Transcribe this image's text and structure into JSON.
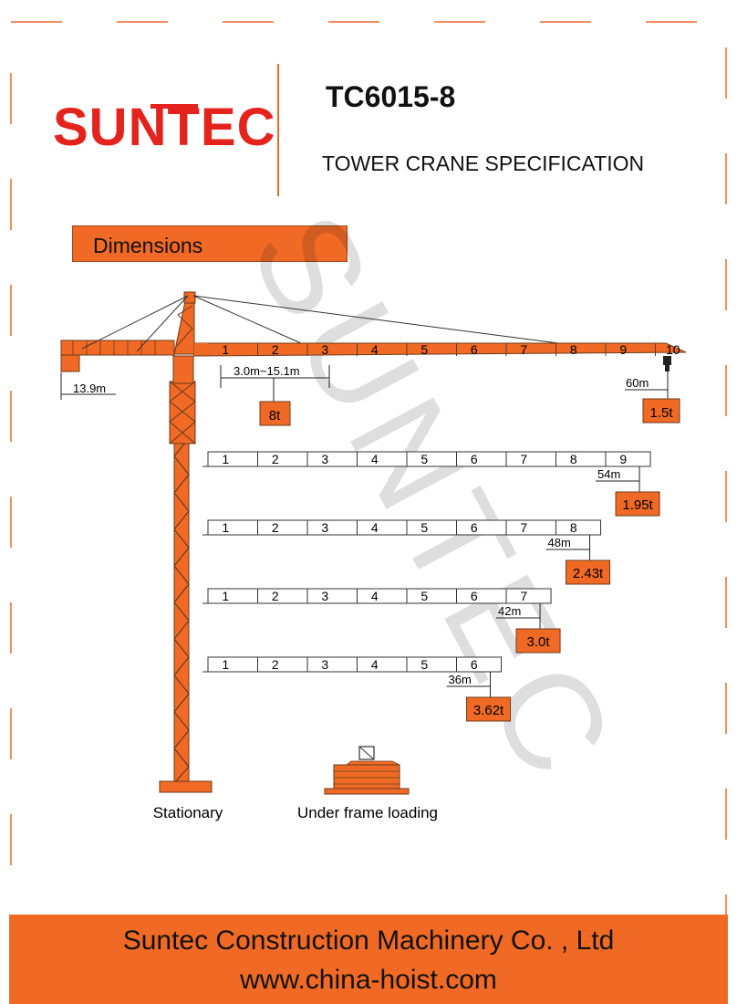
{
  "header": {
    "brand": "SUNTEC",
    "model": "TC6015-8",
    "subtitle": "TOWER CRANE SPECIFICATION"
  },
  "section": {
    "title": "Dimensions"
  },
  "watermark": "SUNTEC",
  "counterjib": {
    "length_label": "13.9m"
  },
  "max_load": {
    "range_label": "3.0m~15.1m",
    "load_label": "8t"
  },
  "jibs": [
    {
      "sections": [
        "1",
        "2",
        "3",
        "4",
        "5",
        "6",
        "7",
        "8",
        "9",
        "10"
      ],
      "radius_label": "60m",
      "tip_load_label": "1.5t"
    },
    {
      "sections": [
        "1",
        "2",
        "3",
        "4",
        "5",
        "6",
        "7",
        "8",
        "9"
      ],
      "radius_label": "54m",
      "tip_load_label": "1.95t"
    },
    {
      "sections": [
        "1",
        "2",
        "3",
        "4",
        "5",
        "6",
        "7",
        "8"
      ],
      "radius_label": "48m",
      "tip_load_label": "2.43t"
    },
    {
      "sections": [
        "1",
        "2",
        "3",
        "4",
        "5",
        "6",
        "7"
      ],
      "radius_label": "42m",
      "tip_load_label": "3.0t"
    },
    {
      "sections": [
        "1",
        "2",
        "3",
        "4",
        "5",
        "6"
      ],
      "radius_label": "36m",
      "tip_load_label": "3.62t"
    }
  ],
  "bases": {
    "stationary_label": "Stationary",
    "underframe_label": "Under frame loading"
  },
  "footer": {
    "company": "Suntec Construction Machinery Co. , Ltd",
    "website": "www.china-hoist.com"
  },
  "colors": {
    "accent": "#f06a26",
    "brand_red": "#e3231c",
    "frame_dash": "#f06a26",
    "outline": "#6b3a1a"
  }
}
